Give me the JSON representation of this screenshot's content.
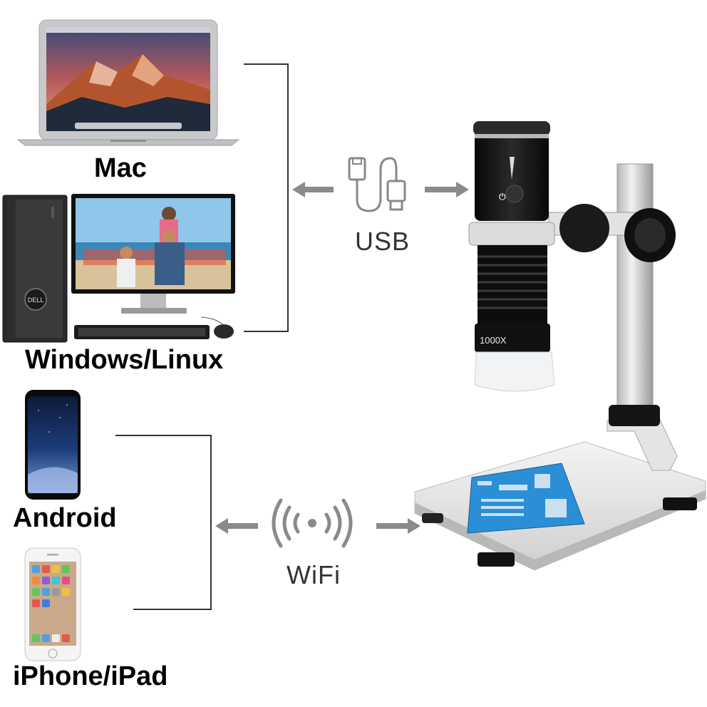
{
  "devices": {
    "mac": {
      "label": "Mac"
    },
    "windows": {
      "label": "Windows/Linux"
    },
    "android": {
      "label": "Android"
    },
    "iphone": {
      "label": "iPhone/iPad"
    }
  },
  "connections": {
    "usb": {
      "label": "USB",
      "icon": "usb-cable-icon"
    },
    "wifi": {
      "label": "WiFi",
      "icon": "wifi-signal-icon"
    }
  },
  "microscope": {
    "magnification": "1000X",
    "monitor_brand": "DELL"
  },
  "colors": {
    "line": "#333333",
    "arrow": "#8a8a8a",
    "microscope_body": "#151515",
    "stand": "#d9d9d9",
    "pcb": "#2a8fd6"
  }
}
